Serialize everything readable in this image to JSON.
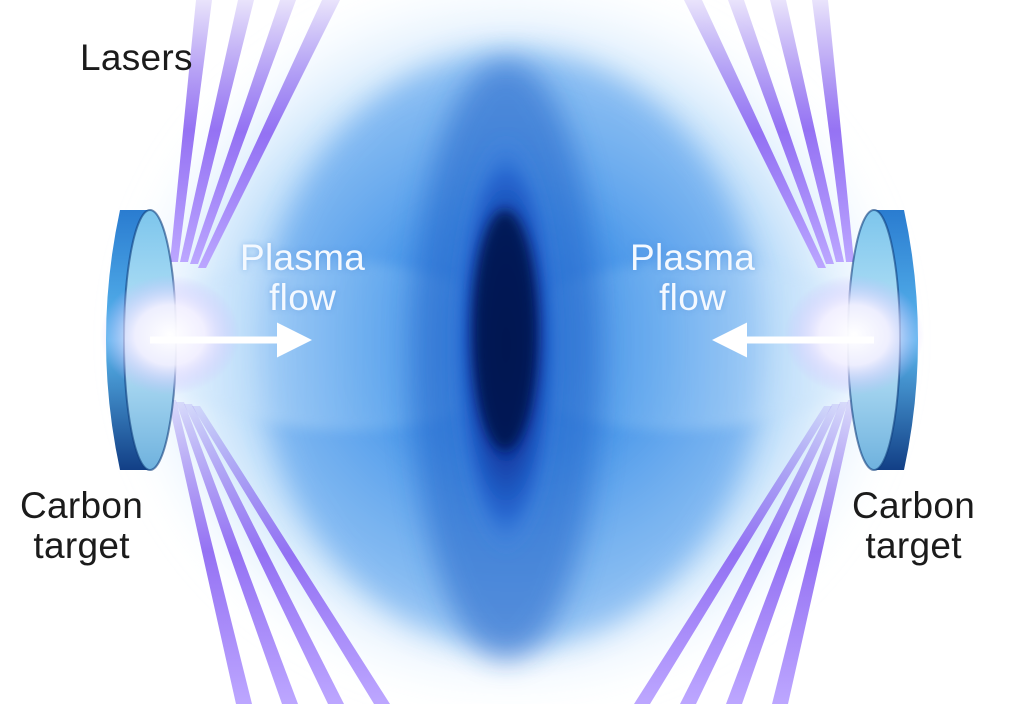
{
  "labels": {
    "lasers": "Lasers",
    "plasma_flow_left": {
      "line1": "Plasma",
      "line2": "flow"
    },
    "plasma_flow_right": {
      "line1": "Plasma",
      "line2": "flow"
    },
    "carbon_target_left": {
      "line1": "Carbon",
      "line2": "target"
    },
    "carbon_target_right": {
      "line1": "Carbon",
      "line2": "target"
    }
  },
  "colors": {
    "background": "#ffffff",
    "plasma_core": "#0a2a8a",
    "plasma_mid": "#2f7fe0",
    "plasma_outer": "#bfe0ff",
    "laser_beam": "#8a63f2",
    "target_face": "#9fd7f2",
    "target_rim": "#1b63b5",
    "label_dark": "#1b1b1b",
    "label_light": "#f4f9ff"
  }
}
